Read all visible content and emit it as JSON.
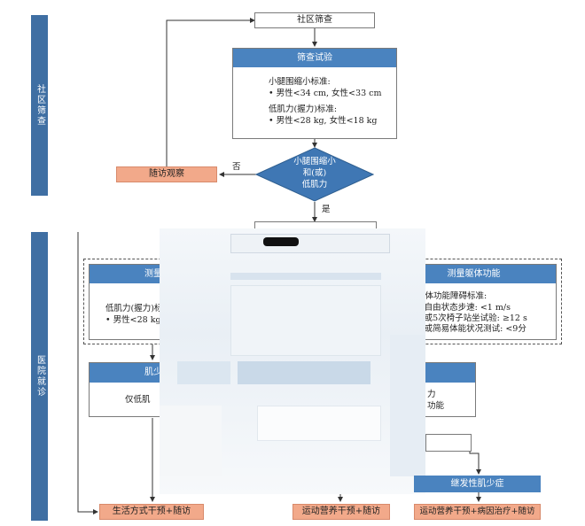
{
  "sidebar": {
    "community": "社区筛查",
    "hospital": "医院就诊"
  },
  "nodes": {
    "community_screening": "社区筛查",
    "screening_test": {
      "title": "筛查试验",
      "calf_title": "小腿围缩小标准:",
      "calf_item": "男性<34 cm, 女性<33 cm",
      "grip_title": "低肌力(握力)标准:",
      "grip_item": "男性<28 kg, 女性<18 kg"
    },
    "decision": {
      "line1": "小腿围缩小",
      "line2": "和(或)",
      "line3": "低肌力"
    },
    "label_no": "否",
    "label_yes": "是",
    "follow_observe": "随访观察",
    "measure_muscle": {
      "title": "测量肌肉",
      "line1": "低肌力(握力)标",
      "item": "男性<28 kg,"
    },
    "measure_body": {
      "title": "测量躯体功能",
      "line1": "躯体功能障碍标准:",
      "items": [
        "自由状态步速: <1 m/s",
        "或5次椅子站坐试验: ≥12 s",
        "或简易体能状况测试: <9分"
      ]
    },
    "sarcopenia": {
      "title": "肌少症诊",
      "line1": "仅低肌",
      "frag1": "力",
      "frag2": "功能"
    },
    "secondary": "继发性肌少症",
    "outcomes": [
      "生活方式干预+随访",
      "运动营养干预+随访",
      "运动营养干预+病因治疗+随访"
    ]
  },
  "colors": {
    "sidebar": "#3f6fa3",
    "header": "#4a83bf",
    "orange": "#f2a98a",
    "decision": "#3f77b4"
  }
}
